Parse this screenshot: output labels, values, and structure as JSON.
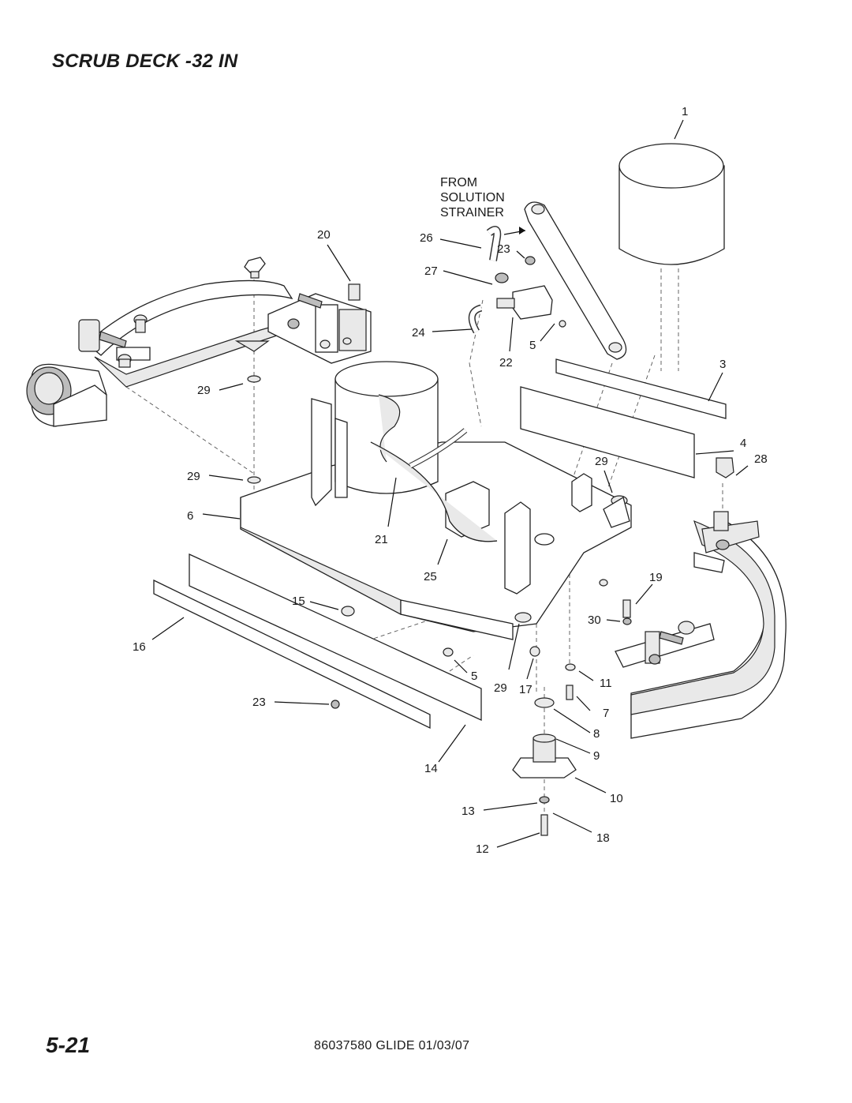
{
  "title": "SCRUB DECK -32 IN",
  "page_number": "5-21",
  "footer": "86037580  GLIDE  01/03/07",
  "flow_label": {
    "line1": "FROM",
    "line2": "SOLUTION",
    "line3": "STRAINER"
  },
  "callouts": [
    {
      "id": "c1",
      "label": "1"
    },
    {
      "id": "c20",
      "label": "20"
    },
    {
      "id": "c26",
      "label": "26"
    },
    {
      "id": "c23a",
      "label": "23"
    },
    {
      "id": "c27",
      "label": "27"
    },
    {
      "id": "c24",
      "label": "24"
    },
    {
      "id": "c5a",
      "label": "5"
    },
    {
      "id": "c22",
      "label": "22"
    },
    {
      "id": "c3",
      "label": "3"
    },
    {
      "id": "c29a",
      "label": "29"
    },
    {
      "id": "c4",
      "label": "4"
    },
    {
      "id": "c29b",
      "label": "29"
    },
    {
      "id": "c28",
      "label": "28"
    },
    {
      "id": "c29c",
      "label": "29"
    },
    {
      "id": "c6",
      "label": "6"
    },
    {
      "id": "c21",
      "label": "21"
    },
    {
      "id": "c25",
      "label": "25"
    },
    {
      "id": "c19",
      "label": "19"
    },
    {
      "id": "c15",
      "label": "15"
    },
    {
      "id": "c30",
      "label": "30"
    },
    {
      "id": "c16",
      "label": "16"
    },
    {
      "id": "c5b",
      "label": "5"
    },
    {
      "id": "c29d",
      "label": "29"
    },
    {
      "id": "c17",
      "label": "17"
    },
    {
      "id": "c11",
      "label": "11"
    },
    {
      "id": "c23b",
      "label": "23"
    },
    {
      "id": "c7",
      "label": "7"
    },
    {
      "id": "c8",
      "label": "8"
    },
    {
      "id": "c9",
      "label": "9"
    },
    {
      "id": "c14",
      "label": "14"
    },
    {
      "id": "c10",
      "label": "10"
    },
    {
      "id": "c13",
      "label": "13"
    },
    {
      "id": "c18",
      "label": "18"
    },
    {
      "id": "c12",
      "label": "12"
    }
  ]
}
